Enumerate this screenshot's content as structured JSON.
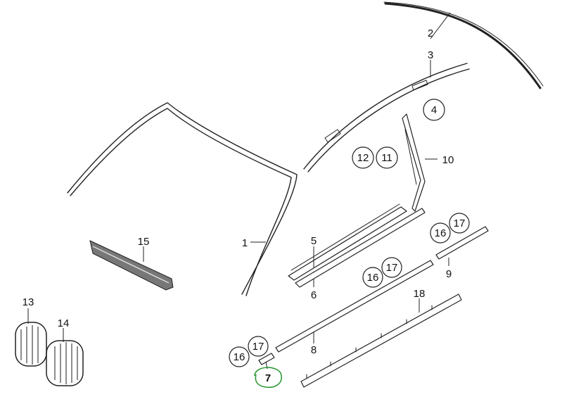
{
  "callouts": {
    "c1": "1",
    "c2": "2",
    "c3": "3",
    "c4": "4",
    "c5": "5",
    "c6": "6",
    "c7": "7",
    "c8": "8",
    "c9": "9",
    "c10": "10",
    "c11": "11",
    "c12": "12",
    "c13": "13",
    "c14": "14",
    "c15": "15",
    "c16a": "16",
    "c17a": "17",
    "c16b": "16",
    "c17b": "17",
    "c16c": "16",
    "c17c": "17",
    "c18": "18"
  },
  "colors": {
    "line": "#222222",
    "highlight": "#2e9a3a"
  },
  "highlighted_callout": "7"
}
